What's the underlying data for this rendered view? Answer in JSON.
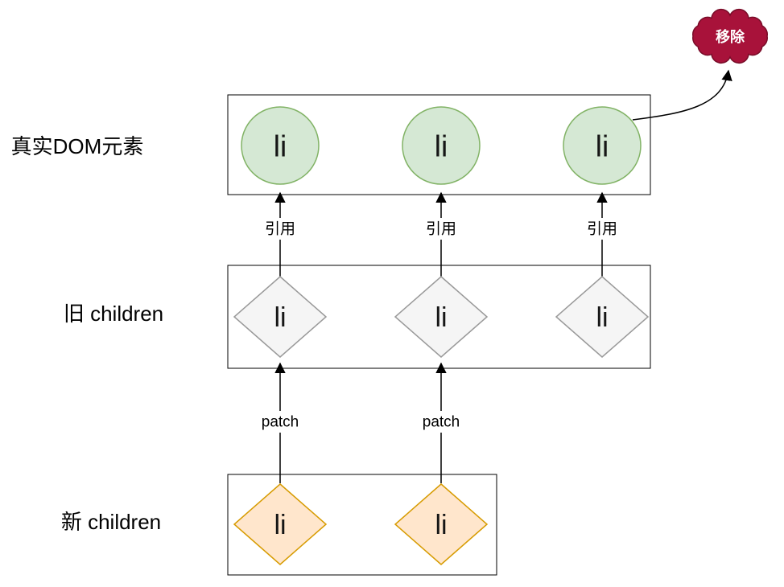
{
  "diagram": {
    "row_labels": {
      "real_dom": "真实DOM元素",
      "old_children": "旧 children",
      "new_children": "新 children"
    },
    "node_text": "li",
    "edge_labels": {
      "reference": "引用",
      "patch": "patch"
    },
    "remove_badge": {
      "label": "移除"
    },
    "colors": {
      "dom_node_fill": "#d5e8d4",
      "dom_node_stroke": "#82b366",
      "old_vnode_fill": "#f5f5f5",
      "old_vnode_stroke": "#999999",
      "new_vnode_fill": "#ffe6cc",
      "new_vnode_stroke": "#d79b00",
      "remove_fill": "#a8123a",
      "remove_stroke": "#780c28",
      "edge": "#000000",
      "box_stroke": "#000000",
      "text": "#000000"
    }
  }
}
